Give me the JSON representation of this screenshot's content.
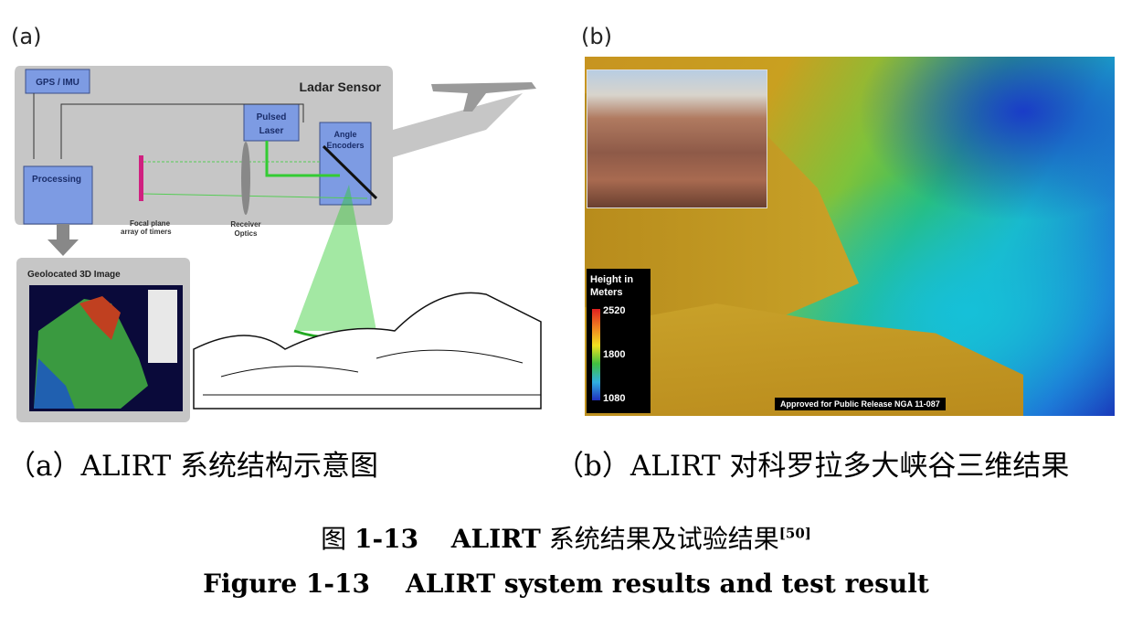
{
  "panel_a": {
    "label": "(a)",
    "diagram": {
      "title": "Ladar Sensor",
      "gps_imu": "GPS / IMU",
      "pulsed_laser": [
        "Pulsed",
        "Laser"
      ],
      "angle_encoders": [
        "Angle",
        "Encoders"
      ],
      "processing": "Processing",
      "focal_plane": [
        "Focal plane",
        "array of timers"
      ],
      "receiver_optics": [
        "Receiver",
        "Optics"
      ],
      "geolocated": "Geolocated 3D Image"
    },
    "caption": "（a）ALIRT  系统结构示意图"
  },
  "panel_b": {
    "label": "(b)",
    "legend": {
      "title": [
        "Height in",
        "Meters"
      ],
      "ticks": [
        "2520",
        "1800",
        "1080"
      ]
    },
    "approval": "Approved for Public Release NGA 11-087",
    "caption": "（b）ALIRT 对科罗拉多大峡谷三维结果"
  },
  "figure": {
    "zh_prefix": "图",
    "number": "1-13",
    "zh_title_bold": "ALIRT",
    "zh_title": "系统结果及试验结果",
    "ref": "[50]",
    "en_title": "Figure 1-13    ALIRT system results and test result"
  }
}
